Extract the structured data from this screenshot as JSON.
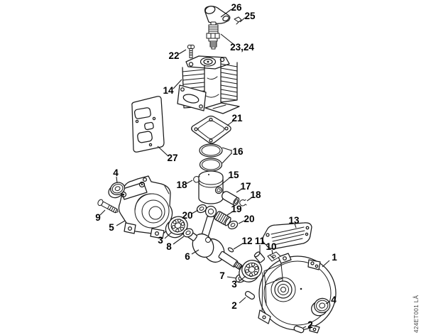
{
  "diagram": {
    "drawing_number": "424ET001 LÅ",
    "background_color": "#ffffff",
    "line_color": "#1a1a1a",
    "label_color": "#000000",
    "callouts": [
      {
        "label": "26"
      },
      {
        "label": "25"
      },
      {
        "label": "23,24"
      },
      {
        "label": "22"
      },
      {
        "label": "14"
      },
      {
        "label": "21"
      },
      {
        "label": "27"
      },
      {
        "label": "16"
      },
      {
        "label": "15"
      },
      {
        "label": "18"
      },
      {
        "label": "17"
      },
      {
        "label": "18"
      },
      {
        "label": "20"
      },
      {
        "label": "19"
      },
      {
        "label": "20"
      },
      {
        "label": "4"
      },
      {
        "label": "9"
      },
      {
        "label": "5"
      },
      {
        "label": "3"
      },
      {
        "label": "8"
      },
      {
        "label": "6"
      },
      {
        "label": "12"
      },
      {
        "label": "11"
      },
      {
        "label": "10"
      },
      {
        "label": "13"
      },
      {
        "label": "7"
      },
      {
        "label": "3"
      },
      {
        "label": "2"
      },
      {
        "label": "1"
      },
      {
        "label": "4"
      },
      {
        "label": "2"
      }
    ]
  }
}
